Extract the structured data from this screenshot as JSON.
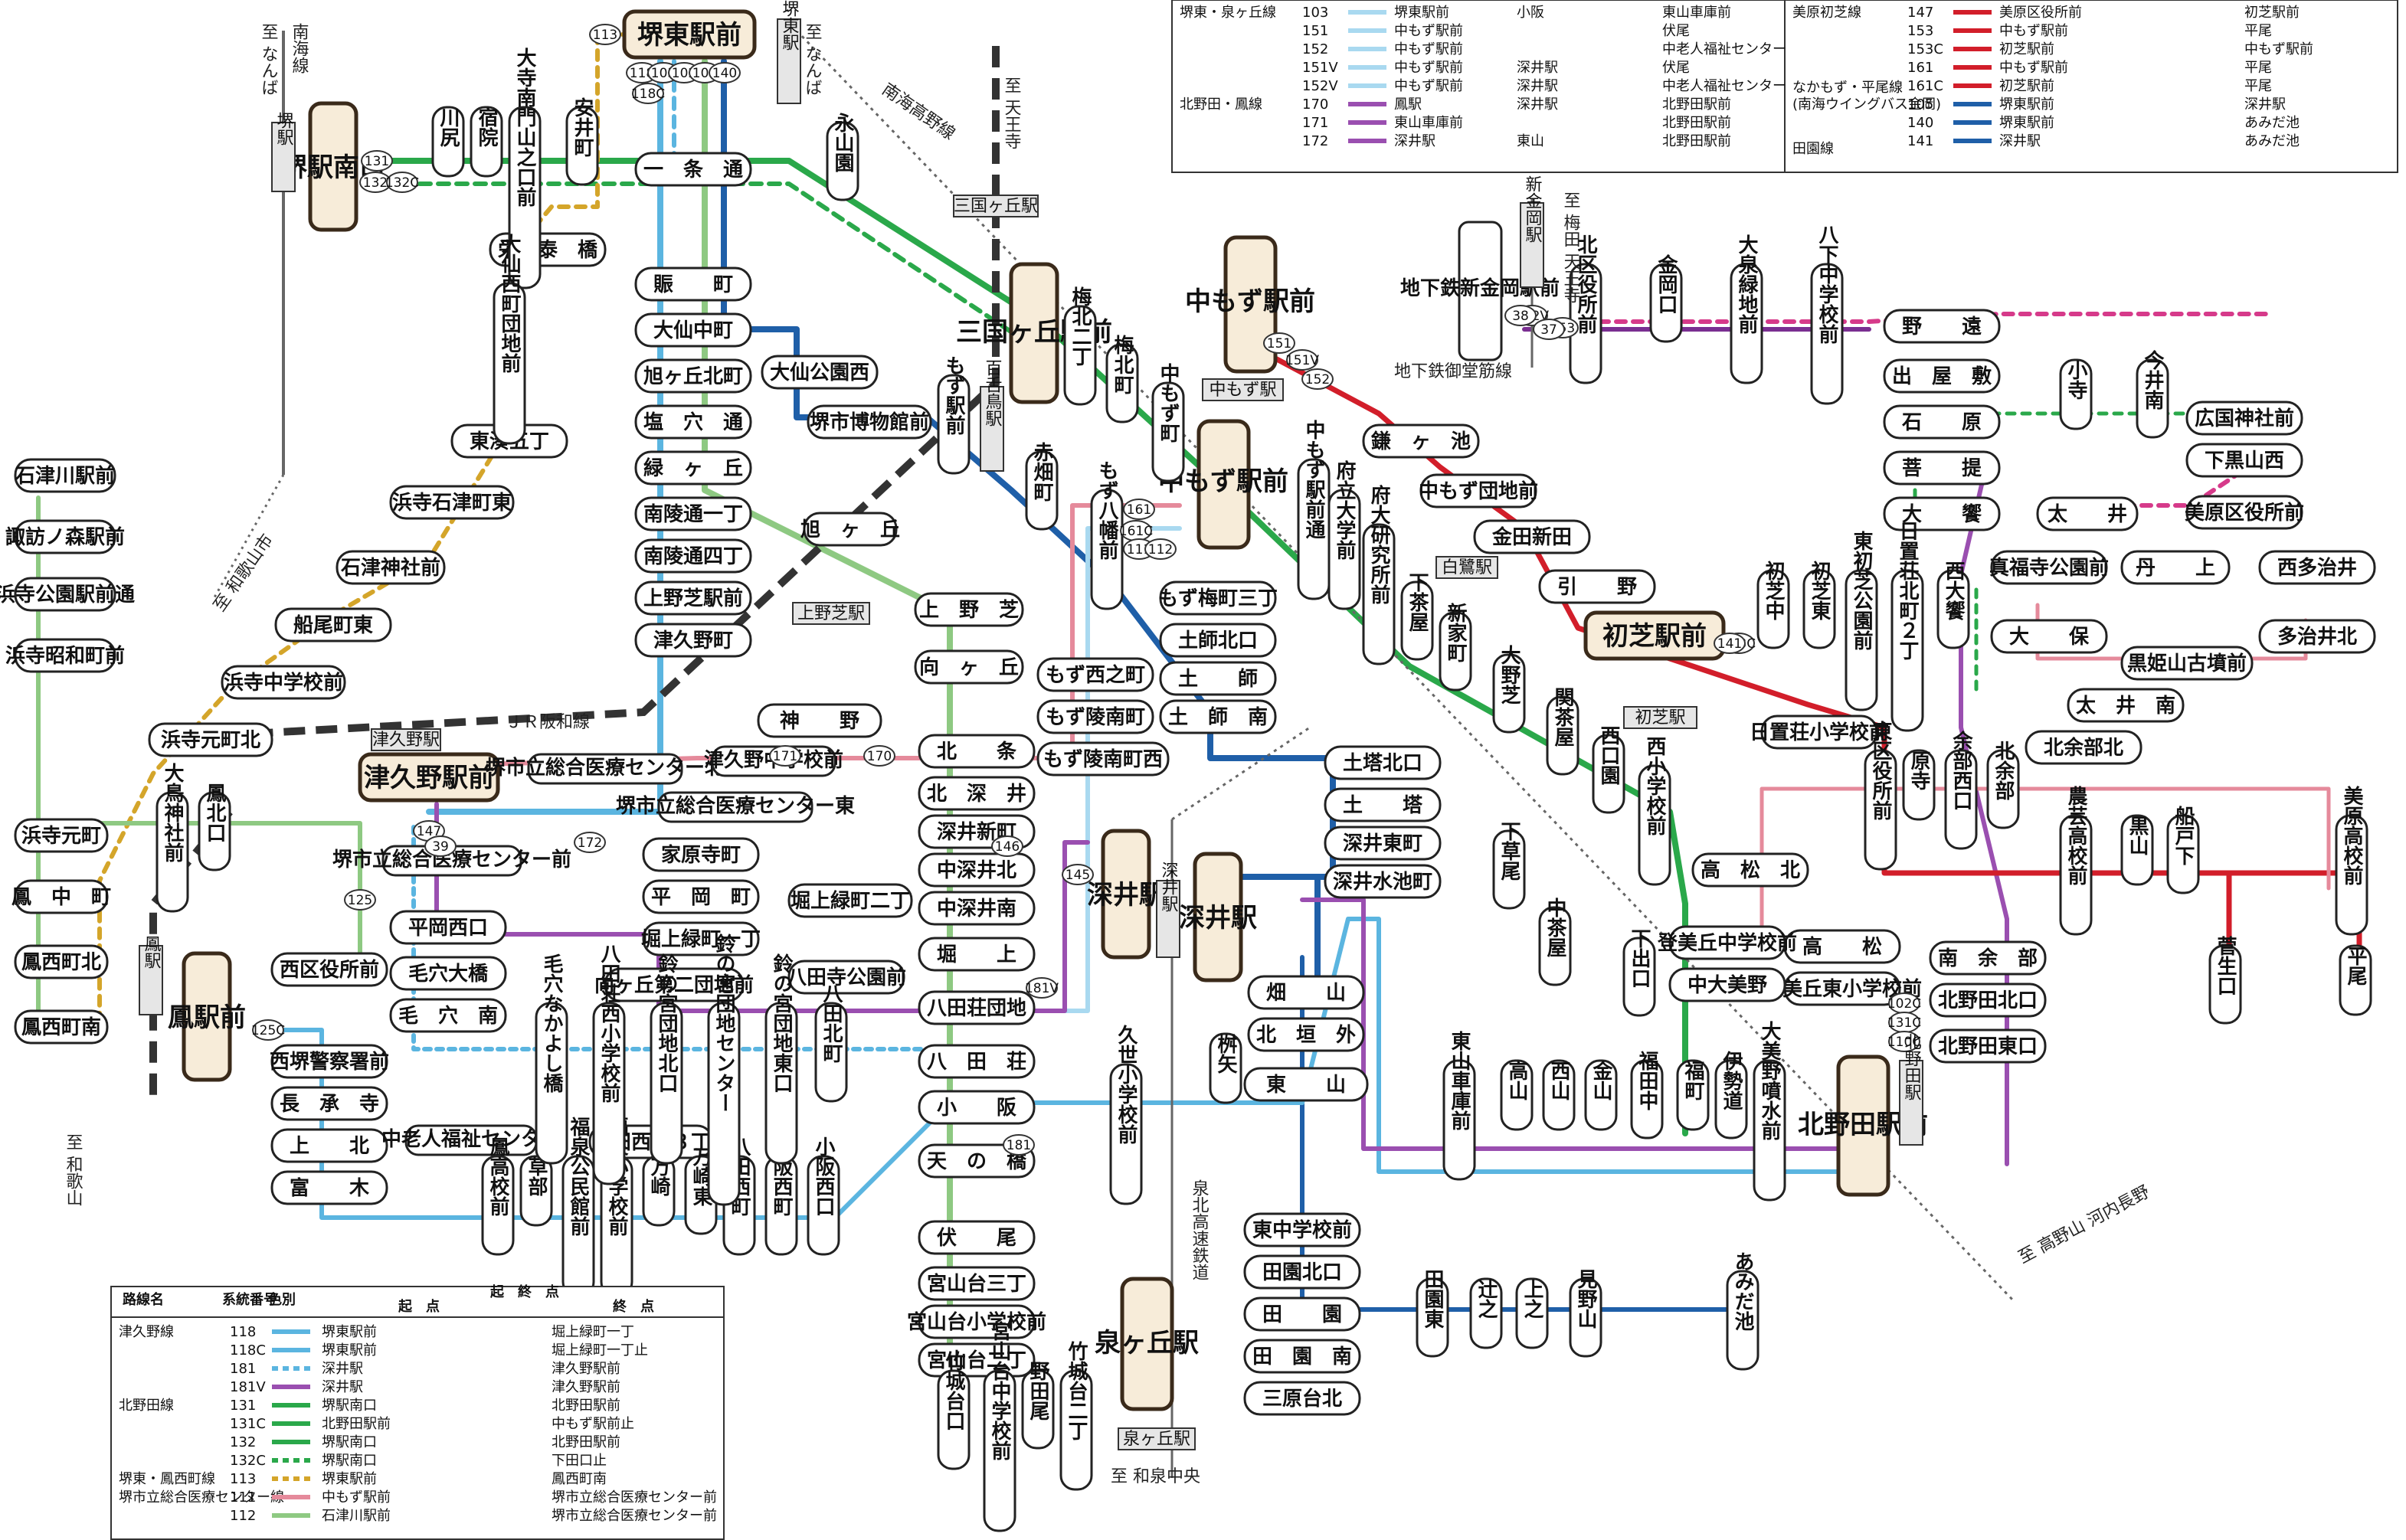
{
  "palette": {
    "tsukuno": "#5bb5e0",
    "kitanoda": "#2aa84a",
    "higashi_sakai": "#d4a52a",
    "hospital_center": "#e58a9b",
    "hospital_center2": "#8ec982",
    "higashi_senboku": "#a9d9f0",
    "kitanoda_otori": "#9a4fb0",
    "nakamozu_hirao": "#d21e2a",
    "den_en": "#1f5fa8",
    "rail": "#555555"
  },
  "stations_major": [
    {
      "id": "sakai-higashi",
      "label": "堺東駅前"
    },
    {
      "id": "sakai-minamiguchi",
      "label": "堺駅南口"
    },
    {
      "id": "mikunigaoka",
      "label": "三国ヶ丘駅前"
    },
    {
      "id": "nakamozu-1",
      "label": "中もず駅前"
    },
    {
      "id": "nakamozu-2",
      "label": "中もず駅前"
    },
    {
      "id": "jikatetsu-shinkanaoka",
      "label": "地下鉄新金岡駅前"
    },
    {
      "id": "hatsushiba",
      "label": "初芝駅前"
    },
    {
      "id": "tsukuno",
      "label": "津久野駅前"
    },
    {
      "id": "otori",
      "label": "鳳駅前"
    },
    {
      "id": "fukai-1",
      "label": "深井駅"
    },
    {
      "id": "fukai-2",
      "label": "深井駅"
    },
    {
      "id": "kitanoda",
      "label": "北野田駅前"
    },
    {
      "id": "izumigaoka",
      "label": "泉ヶ丘駅"
    }
  ],
  "stops": [
    {
      "id": "ichijo",
      "label": "一　条　通"
    },
    {
      "id": "nigiwai",
      "label": "賑　　町"
    },
    {
      "id": "daisen-naka",
      "label": "大仙中町"
    },
    {
      "id": "asahigaoka-kita",
      "label": "旭ヶ丘北町"
    },
    {
      "id": "shioana",
      "label": "塩　穴　通"
    },
    {
      "id": "midorigaoka",
      "label": "緑　ヶ　丘"
    },
    {
      "id": "nanryo-1",
      "label": "南陵通一丁"
    },
    {
      "id": "nanryo-4",
      "label": "南陵通四丁"
    },
    {
      "id": "ueno-shiba",
      "label": "上野芝駅前"
    },
    {
      "id": "tsukuno-machi",
      "label": "津久野町"
    },
    {
      "id": "jinno",
      "label": "神　　野"
    },
    {
      "id": "daisen-park",
      "label": "大仙公園西"
    },
    {
      "id": "museum",
      "label": "堺市博物館前"
    },
    {
      "id": "asahigaoka",
      "label": "旭　ヶ　丘"
    },
    {
      "id": "ueno-shiba2",
      "label": "上　野　芝"
    },
    {
      "id": "mukogaoka",
      "label": "向　ヶ　丘"
    },
    {
      "id": "hokujo",
      "label": "北　　条"
    },
    {
      "id": "kitafukai",
      "label": "北　深　井"
    },
    {
      "id": "fukai-shin",
      "label": "深井新町"
    },
    {
      "id": "nakafukai-kita",
      "label": "中深井北"
    },
    {
      "id": "nakafukai-minami",
      "label": "中深井南"
    },
    {
      "id": "hori",
      "label": "堀　　上"
    },
    {
      "id": "hatta-danchi",
      "label": "八田荘団地"
    },
    {
      "id": "hatta-so",
      "label": "八　田　荘"
    },
    {
      "id": "kosaka",
      "label": "小　　阪"
    },
    {
      "id": "tennohashi",
      "label": "天　の　橋"
    },
    {
      "id": "fushio",
      "label": "伏　　尾"
    },
    {
      "id": "miyayama-3",
      "label": "宮山台三丁"
    },
    {
      "id": "miyayama-school",
      "label": "宮山台小学校前"
    },
    {
      "id": "miyayama-2",
      "label": "宮山台二丁"
    },
    {
      "id": "sakai-eitai",
      "label": "栄　泰　橋"
    },
    {
      "id": "higashi-minato",
      "label": "東湊五丁"
    },
    {
      "id": "hamadera-ishizu",
      "label": "浜寺石津町東"
    },
    {
      "id": "ishizu-jinja",
      "label": "石津神社前"
    },
    {
      "id": "funao",
      "label": "船尾町東"
    },
    {
      "id": "hamadera-jhs",
      "label": "浜寺中学校前"
    },
    {
      "id": "hamadera-motomachi-kita",
      "label": "浜寺元町北"
    },
    {
      "id": "hamadera-motomachi",
      "label": "浜寺元町"
    },
    {
      "id": "otori-naka",
      "label": "鳳　中　町"
    },
    {
      "id": "otori-nishi-kita",
      "label": "鳳西町北"
    },
    {
      "id": "otori-nishi-minami",
      "label": "鳳西町南"
    },
    {
      "id": "ishizugawa",
      "label": "石津川駅前"
    },
    {
      "id": "suwanomori",
      "label": "諏訪ノ森駅前"
    },
    {
      "id": "hamadera-koen",
      "label": "浜寺公園駅前通"
    },
    {
      "id": "hamadera-showa",
      "label": "浜寺昭和町前"
    },
    {
      "id": "nishi-ku",
      "label": "西区役所前"
    },
    {
      "id": "nishi-police",
      "label": "西堺警察署前"
    },
    {
      "id": "chojoji",
      "label": "長　承　寺"
    },
    {
      "id": "kamikita",
      "label": "上　　北"
    },
    {
      "id": "tomiki",
      "label": "富　　木"
    },
    {
      "id": "hiraoka-nishi",
      "label": "平岡西口"
    },
    {
      "id": "keana-ohashi",
      "label": "毛穴大橋"
    },
    {
      "id": "keana-minami",
      "label": "毛　穴　南"
    },
    {
      "id": "yahara",
      "label": "家原寺町"
    },
    {
      "id": "hiraoka",
      "label": "平　岡　町"
    },
    {
      "id": "horiage-1",
      "label": "堀上緑町一丁"
    },
    {
      "id": "horiage-2",
      "label": "堀上緑町二丁"
    },
    {
      "id": "hatta-park",
      "label": "八田寺公園前"
    },
    {
      "id": "mukogaoka-danchi",
      "label": "向ヶ丘第二団地前"
    },
    {
      "id": "hatta-nishi-3",
      "label": "八田西町３丁"
    },
    {
      "id": "mozu-nishinocho",
      "label": "もず西之町"
    },
    {
      "id": "mozu-ryonan",
      "label": "もず陵南町"
    },
    {
      "id": "mozu-ryonan-nishi",
      "label": "もず陵南町西"
    },
    {
      "id": "mozu-umemachi",
      "label": "もず梅町三丁"
    },
    {
      "id": "doshi-kita",
      "label": "土師北口"
    },
    {
      "id": "doshi",
      "label": "土　　師"
    },
    {
      "id": "doshi-minami",
      "label": "土　師　南"
    },
    {
      "id": "dotou-kita",
      "label": "土塔北口"
    },
    {
      "id": "dotou",
      "label": "土　　塔"
    },
    {
      "id": "fukai-higashi",
      "label": "深井東町"
    },
    {
      "id": "fukai-suiike",
      "label": "深井水池町"
    },
    {
      "id": "hatayama",
      "label": "畑　　山"
    },
    {
      "id": "kitagaki",
      "label": "北　垣　外"
    },
    {
      "id": "higashiyama",
      "label": "東　　山"
    },
    {
      "id": "higashi-jhs",
      "label": "東中学校前"
    },
    {
      "id": "den-en-kita",
      "label": "田園北口"
    },
    {
      "id": "den-en",
      "label": "田　　園"
    },
    {
      "id": "den-en-minami",
      "label": "田　園　南"
    },
    {
      "id": "mihara-kita",
      "label": "三原台北"
    },
    {
      "id": "kamagaike",
      "label": "鎌　ヶ　池"
    },
    {
      "id": "nakamozu-danchi",
      "label": "中もず団地前"
    },
    {
      "id": "kaneda-shin",
      "label": "金田新田"
    },
    {
      "id": "hikino",
      "label": "引　　野"
    },
    {
      "id": "noto",
      "label": "野　　遠"
    },
    {
      "id": "deyashiki",
      "label": "出　屋　敷"
    },
    {
      "id": "ishihara",
      "label": "石　　原"
    },
    {
      "id": "bodai",
      "label": "菩　　提"
    },
    {
      "id": "otsu",
      "label": "大　　饗"
    },
    {
      "id": "taii",
      "label": "太　　井"
    },
    {
      "id": "hiroka-jinja",
      "label": "広国神社前"
    },
    {
      "id": "shimokurayama",
      "label": "下黒山西"
    },
    {
      "id": "mihara-ku",
      "label": "美原区役所前"
    },
    {
      "id": "shinfukuji",
      "label": "真福寺公園前"
    },
    {
      "id": "nijo",
      "label": "丹　　上"
    },
    {
      "id": "nishitajii",
      "label": "西多治井"
    },
    {
      "id": "taho",
      "label": "大　　保"
    },
    {
      "id": "kurohime",
      "label": "黒姫山古墳前"
    },
    {
      "id": "tajii-kita",
      "label": "多治井北"
    },
    {
      "id": "taii-minami",
      "label": "太　井　南"
    },
    {
      "id": "kitayobe-kita",
      "label": "北余部北"
    },
    {
      "id": "hioki-elem",
      "label": "日置荘小学校前"
    },
    {
      "id": "takamatsu-kita",
      "label": "高　松　北"
    },
    {
      "id": "takamatsu",
      "label": "高　　松"
    },
    {
      "id": "tomi-jhs",
      "label": "登美丘中学校前"
    },
    {
      "id": "tomi-elem",
      "label": "登美丘東小学校前"
    },
    {
      "id": "nakaomino",
      "label": "中大美野"
    },
    {
      "id": "minamiyobe",
      "label": "南　余　部"
    },
    {
      "id": "kitanoda-kita",
      "label": "北野田北口"
    },
    {
      "id": "kitanoda-higashi",
      "label": "北野田東口"
    }
  ],
  "vertical_stops": [
    {
      "id": "kawajiri",
      "label": "川尻"
    },
    {
      "id": "shuku-in",
      "label": "宿院"
    },
    {
      "id": "daijin",
      "label": "大寺南門山之口前"
    },
    {
      "id": "yasui",
      "label": "安井町"
    },
    {
      "id": "eizan",
      "label": "永山園"
    },
    {
      "id": "kita-2",
      "label": "梅北二丁"
    },
    {
      "id": "umekita",
      "label": "梅北町"
    },
    {
      "id": "nakamozu-cho",
      "label": "中もず町"
    },
    {
      "id": "mozu-eki",
      "label": "もず駅前"
    },
    {
      "id": "akahata",
      "label": "赤畑町"
    },
    {
      "id": "mozu-hachiman",
      "label": "もず八幡前"
    },
    {
      "id": "nakamozu-ekimae",
      "label": "中もず駅前通"
    },
    {
      "id": "fudai",
      "label": "府立大学前"
    },
    {
      "id": "fudai-ken",
      "label": "府大研究所前"
    },
    {
      "id": "shimo-chaya",
      "label": "下茶屋"
    },
    {
      "id": "shinya",
      "label": "新家町"
    },
    {
      "id": "ono-shiba",
      "label": "大野芝"
    },
    {
      "id": "seki-chaya",
      "label": "関茶屋"
    },
    {
      "id": "nishiguchi-en",
      "label": "西口園"
    },
    {
      "id": "nishi-elem",
      "label": "西小学校前"
    },
    {
      "id": "kita-ku",
      "label": "北区役所前"
    },
    {
      "id": "kanaoka",
      "label": "金岡口"
    },
    {
      "id": "oizumi",
      "label": "大泉緑地前"
    },
    {
      "id": "hatta-jhs",
      "label": "八下中学校前"
    },
    {
      "id": "shimo-kusao",
      "label": "下草尾"
    },
    {
      "id": "naka-chaya",
      "label": "中茶屋"
    },
    {
      "id": "shimo-deguchi",
      "label": "下出口"
    },
    {
      "id": "higashi-ku",
      "label": "東区役所前"
    },
    {
      "id": "haraji",
      "label": "原寺"
    },
    {
      "id": "yobe-nishi",
      "label": "余部西口"
    },
    {
      "id": "kita-yobe",
      "label": "北余部"
    },
    {
      "id": "noge",
      "label": "農芸高校前"
    },
    {
      "id": "kuroyama",
      "label": "黒山"
    },
    {
      "id": "funado",
      "label": "船戸下"
    },
    {
      "id": "mihara-hs",
      "label": "美原高校前"
    },
    {
      "id": "sugou",
      "label": "菅生口"
    },
    {
      "id": "hirao",
      "label": "平尾"
    },
    {
      "id": "kotera",
      "label": "小寺"
    },
    {
      "id": "imaii",
      "label": "今井南"
    },
    {
      "id": "hatsushiba-naka",
      "label": "初芝中"
    },
    {
      "id": "hatsushiba-higashi",
      "label": "初芝東"
    },
    {
      "id": "higashi-hatsushiba-park",
      "label": "東初芝公園前"
    },
    {
      "id": "hioki-2",
      "label": "日置荘北町２丁"
    },
    {
      "id": "nishi-otsu",
      "label": "西大饗"
    },
    {
      "id": "higashiyama-ko",
      "label": "東山車庫前"
    },
    {
      "id": "takayama",
      "label": "高山"
    },
    {
      "id": "nishiyama",
      "label": "西山"
    },
    {
      "id": "kaneyama",
      "label": "金山"
    },
    {
      "id": "fukudanaka",
      "label": "福田中"
    },
    {
      "id": "fukucho",
      "label": "福町"
    },
    {
      "id": "isedo",
      "label": "伊勢道"
    },
    {
      "id": "omino-funsui",
      "label": "大美野噴水前"
    },
    {
      "id": "den-en-higashi",
      "label": "田園東"
    },
    {
      "id": "tsuji",
      "label": "辻之"
    },
    {
      "id": "ue-no",
      "label": "上之"
    },
    {
      "id": "miyama",
      "label": "見野山"
    },
    {
      "id": "amidaike",
      "label": "あみだ池"
    },
    {
      "id": "kuse-elem",
      "label": "久世小学校前"
    },
    {
      "id": "masuya",
      "label": "桝矢"
    },
    {
      "id": "takeshiro-1",
      "label": "竹城台口"
    },
    {
      "id": "miyayama-jhs",
      "label": "宮山台中学校前"
    },
    {
      "id": "nodao",
      "label": "野田尾"
    },
    {
      "id": "takeshiro-2",
      "label": "竹城台二丁"
    },
    {
      "id": "otori-hs",
      "label": "鳳高校前"
    },
    {
      "id": "kusabe",
      "label": "草部"
    },
    {
      "id": "fukusen-kominkan",
      "label": "福泉公民館前"
    },
    {
      "id": "fukusen-elem",
      "label": "福泉小学校前"
    },
    {
      "id": "mansaki",
      "label": "万崎"
    },
    {
      "id": "mansaki-higashi",
      "label": "万崎東"
    },
    {
      "id": "hatta-nishi",
      "label": "八田西町"
    },
    {
      "id": "kosaka-nishi",
      "label": "小阪西町"
    },
    {
      "id": "kosaka-nishiguchi",
      "label": "小阪西口"
    },
    {
      "id": "keana-nakayoshi",
      "label": "毛穴なかよし橋"
    },
    {
      "id": "hatta-elem",
      "label": "八田荘西小学校前"
    },
    {
      "id": "suzu-danchi",
      "label": "鈴の宮団地北口"
    },
    {
      "id": "suzu-center",
      "label": "鈴の宮団地センター"
    },
    {
      "id": "suzu-higashi",
      "label": "鈴の宮団地東口"
    },
    {
      "id": "hatta-kita",
      "label": "八田北町"
    },
    {
      "id": "oshima-jinja",
      "label": "大鳥神社前"
    },
    {
      "id": "otori-kita",
      "label": "鳳北口"
    },
    {
      "id": "daisen-nishi",
      "label": "大仙西町団地前"
    }
  ],
  "route_badges": [
    "113",
    "118",
    "103",
    "102",
    "105",
    "140",
    "118C",
    "131",
    "132",
    "132C",
    "151",
    "151V",
    "152",
    "152V",
    "153",
    "153C",
    "161",
    "161C",
    "111",
    "112",
    "170",
    "171",
    "172",
    "125",
    "125C",
    "181",
    "181V",
    "146",
    "145",
    "147",
    "39",
    "38",
    "37",
    "141",
    "102C",
    "131C",
    "110C"
  ],
  "rail_stations": [
    {
      "id": "sakai-stn",
      "label": "堺駅"
    },
    {
      "id": "sakai-higashi-stn",
      "label": "堺東駅"
    },
    {
      "id": "mikunigaoka-stn",
      "label": "三国ヶ丘駅"
    },
    {
      "id": "mozu-stn",
      "label": "百舌鳥駅"
    },
    {
      "id": "nakamozu-stn",
      "label": "中もず駅"
    },
    {
      "id": "shinkanaoka-stn",
      "label": "新金岡駅"
    },
    {
      "id": "shirasagi-stn",
      "label": "白鷺駅"
    },
    {
      "id": "hatsushiba-stn",
      "label": "初芝駅"
    },
    {
      "id": "uenoshiba-stn",
      "label": "上野芝駅"
    },
    {
      "id": "tsukuno-stn",
      "label": "津久野駅"
    },
    {
      "id": "otori-stn",
      "label": "鳳駅"
    },
    {
      "id": "fukai-stn",
      "label": "深井駅"
    },
    {
      "id": "kitanoda-stn",
      "label": "北野田駅"
    },
    {
      "id": "izumigaoka-stn",
      "label": "泉ヶ丘駅"
    }
  ],
  "misc_labels": [
    {
      "id": "nankai-line",
      "label": "南海線"
    },
    {
      "id": "to-namba-1",
      "label": "至 なんば"
    },
    {
      "id": "to-namba-2",
      "label": "至 なんば"
    },
    {
      "id": "nankai-koya",
      "label": "南海高野線"
    },
    {
      "id": "to-tennoji",
      "label": "至 天王寺"
    },
    {
      "id": "to-umeda",
      "label": "至 梅田 天王寺"
    },
    {
      "id": "jikatetsu-midosuji",
      "label": "地下鉄御堂筋線"
    },
    {
      "id": "jr-hanwa",
      "label": "ＪＲ阪和線"
    },
    {
      "id": "to-wakayama-city",
      "label": "至 和歌山市"
    },
    {
      "id": "to-wakayama",
      "label": "至 和歌山"
    },
    {
      "id": "senboku",
      "label": "泉北高速鉄道"
    },
    {
      "id": "to-izumi-chuo",
      "label": "至 和泉中央"
    },
    {
      "id": "to-koyasan",
      "label": "至 高野山 河内長野"
    }
  ],
  "legend_top": {
    "rows": [
      {
        "line": "堺東・泉ヶ丘線",
        "no": "103",
        "from": "堺東駅前",
        "via": "小阪",
        "to": "東山車庫前"
      },
      {
        "line": "",
        "no": "151",
        "from": "中もず駅前",
        "via": "",
        "to": "伏尾"
      },
      {
        "line": "",
        "no": "152",
        "from": "中もず駅前",
        "via": "",
        "to": "中老人福祉センター"
      },
      {
        "line": "",
        "no": "151V",
        "from": "中もず駅前",
        "via": "深井駅",
        "to": "伏尾"
      },
      {
        "line": "",
        "no": "152V",
        "from": "中もず駅前",
        "via": "深井駅",
        "to": "中老人福祉センター"
      },
      {
        "line": "北野田・鳳線",
        "no": "170",
        "from": "鳳駅",
        "via": "深井駅",
        "to": "北野田駅前"
      },
      {
        "line": "",
        "no": "171",
        "from": "東山車庫前",
        "via": "",
        "to": "北野田駅前"
      },
      {
        "line": "",
        "no": "172",
        "from": "深井駅",
        "via": "東山",
        "to": "北野田駅前"
      }
    ],
    "right_rows": [
      {
        "no": "147",
        "from": "美原区役所前",
        "to": "初芝駅前"
      },
      {
        "no": "153",
        "from": "中もず駅前",
        "to": "平尾"
      },
      {
        "no": "153C",
        "from": "初芝駅前",
        "to": "中もず駅前"
      },
      {
        "no": "161",
        "from": "中もず駅前",
        "to": "平尾"
      },
      {
        "no": "161C",
        "from": "初芝駅前",
        "to": "平尾"
      },
      {
        "no": "105",
        "from": "堺東駅前",
        "to": "深井駅"
      },
      {
        "no": "140",
        "from": "堺東駅前",
        "to": "あみだ池"
      },
      {
        "no": "141",
        "from": "深井駅",
        "to": "あみだ池"
      }
    ],
    "group_labels": {
      "nakamozu": "なかもず・平尾線",
      "nakamozu_sub": "(南海ウイングバス金岡)",
      "den_en": "田園線",
      "mihara": "美原初芝線"
    }
  },
  "legend_bottom": {
    "headers": {
      "line": "路線名",
      "no": "系統番号",
      "color": "色別",
      "from_to": "起　終　点",
      "from": "起　点",
      "to": "終　点"
    },
    "rows": [
      {
        "line": "津久野線",
        "no": "118",
        "from": "堺東駅前",
        "to": "堀上緑町一丁"
      },
      {
        "line": "",
        "no": "118C",
        "from": "堺東駅前",
        "to": "堀上緑町一丁止"
      },
      {
        "line": "",
        "no": "181",
        "from": "深井駅",
        "to": "津久野駅前"
      },
      {
        "line": "",
        "no": "181V",
        "from": "深井駅",
        "to": "津久野駅前"
      },
      {
        "line": "北野田線",
        "no": "131",
        "from": "堺駅南口",
        "to": "北野田駅前"
      },
      {
        "line": "",
        "no": "131C",
        "from": "北野田駅前",
        "to": "中もず駅前止"
      },
      {
        "line": "",
        "no": "132",
        "from": "堺駅南口",
        "to": "北野田駅前"
      },
      {
        "line": "",
        "no": "132C",
        "from": "堺駅南口",
        "to": "下田口止"
      },
      {
        "line": "堺東・鳳西町線",
        "no": "113",
        "from": "堺東駅前",
        "to": "鳳西町南"
      },
      {
        "line": "堺市立総合医療センター線",
        "no": "111",
        "from": "中もず駅前",
        "to": "堺市立総合医療センター前"
      },
      {
        "line": "",
        "no": "112",
        "from": "石津川駅前",
        "to": "堺市立総合医療センター前"
      }
    ]
  },
  "hospital_labels": [
    {
      "id": "hospital-n",
      "label": "堺市立総合医療センター北"
    },
    {
      "id": "hospital-e",
      "label": "堺市立総合医療センター東"
    },
    {
      "id": "hospital-front",
      "label": "堺市立総合医療センター前"
    },
    {
      "id": "senior-center",
      "label": "中老人福祉センター"
    },
    {
      "id": "tsukuno-jhs",
      "label": "津久野中学校前"
    }
  ]
}
